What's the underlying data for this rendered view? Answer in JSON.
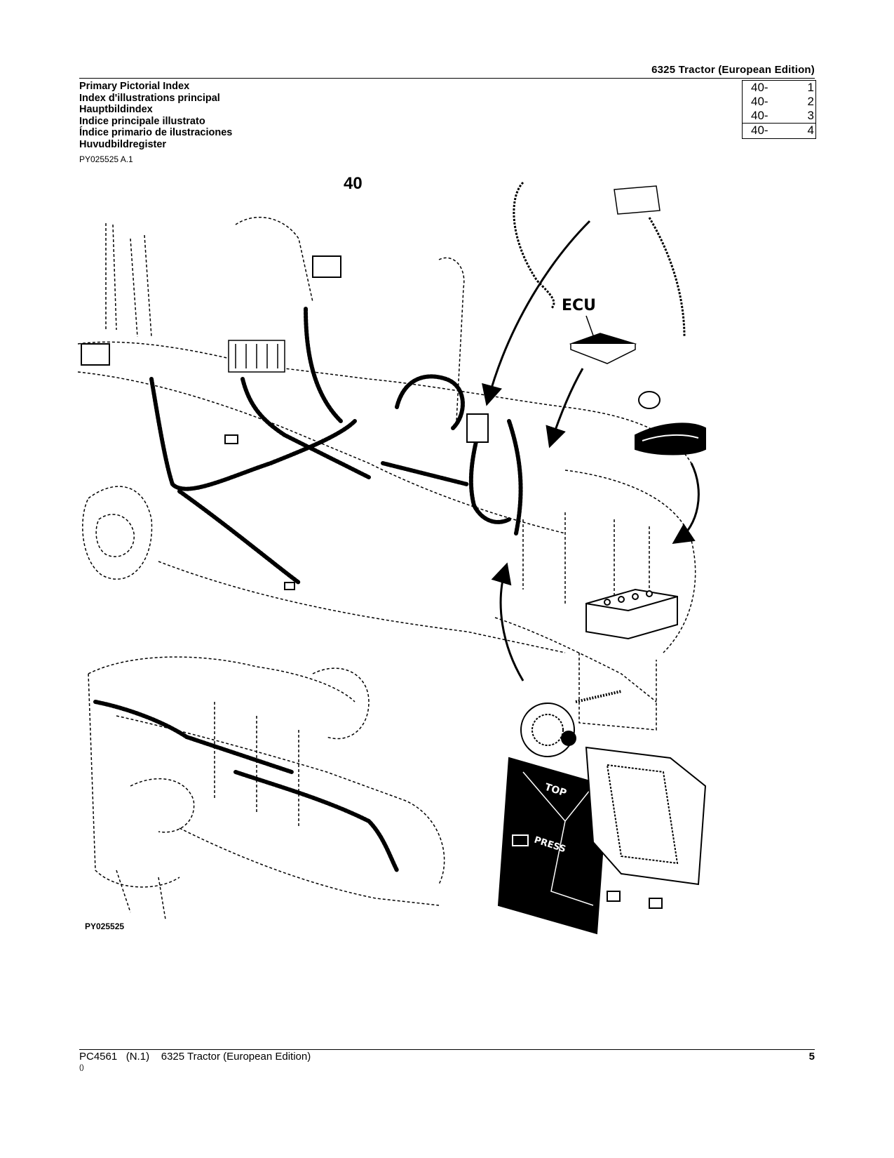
{
  "header": {
    "title": "6325 Tractor (European Edition)"
  },
  "titles": [
    "Primary Pictorial Index",
    "Index d'illustrations principal",
    "Hauptbildindex",
    "Indice principale illustrato",
    "Índice primario de ilustraciones",
    "Huvudbildregister"
  ],
  "ref_code": "PY025525 A.1",
  "index_table": [
    {
      "prefix": "40-",
      "page": "1"
    },
    {
      "prefix": "40-",
      "page": "2"
    },
    {
      "prefix": "40-",
      "page": "3"
    },
    {
      "prefix": "40-",
      "page": "4"
    }
  ],
  "section_number": "40",
  "illustration": {
    "ecu_label": "ECU",
    "top_label": "TOP",
    "press_label": "PRESS",
    "figure_code": "PY025525"
  },
  "footer": {
    "doc_code": "PC4561",
    "revision": "(N.1)",
    "title": "6325 Tractor (European Edition)",
    "sub": "()",
    "page_number": "5"
  }
}
